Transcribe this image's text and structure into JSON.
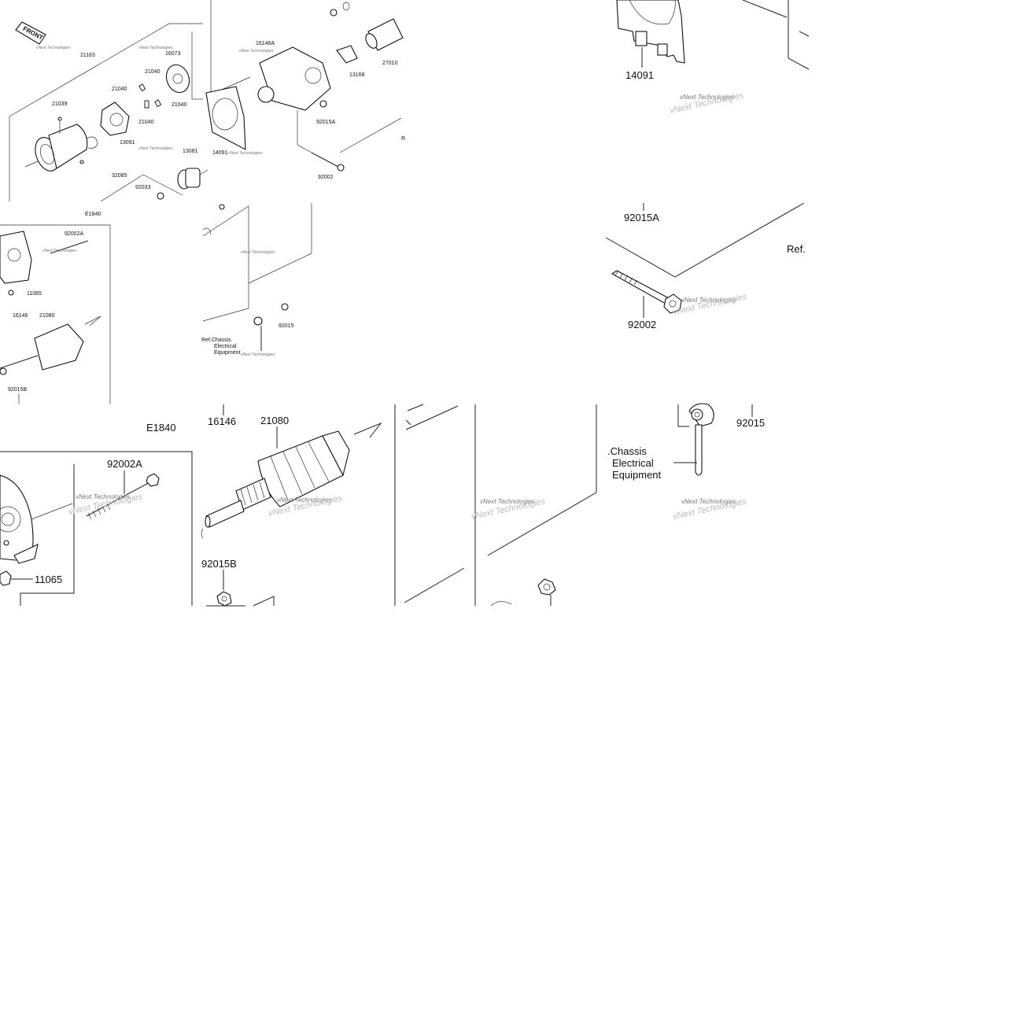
{
  "front_badge": "FRONT",
  "watermark_line1": "vNext Technologies",
  "watermark_line2": "vNext Technologies",
  "overview": {
    "labels": {
      "p21163": "21163",
      "p16073": "16073",
      "p21040a": "21040",
      "p21040b": "21040",
      "p21040c": "21040",
      "p21039": "21039",
      "p13091": "13091",
      "p13081": "13081",
      "p32085": "32085",
      "p92033": "92033",
      "p16146A": "16146A",
      "p27010": "27010",
      "p13168": "13168",
      "p92015A": "92015A",
      "p14091": "14091",
      "p92002": "92002",
      "pR": "R",
      "pE1840": "E1840",
      "p92002A": "92002A",
      "p11065": "11065",
      "p16146": "16146",
      "p21080": "21080",
      "p92015B": "92015B",
      "p92015": "92015",
      "ref1": "Ref.Chassis",
      "ref2": "Electrical",
      "ref3": "Equipment"
    }
  },
  "detail_top_right": {
    "p14091": "14091",
    "p92015A": "92015A",
    "ref": "Ref.",
    "p92002": "92002"
  },
  "detail_bottom_left": {
    "pE1840": "E1840",
    "p92002A": "92002A",
    "p11065": "11065"
  },
  "detail_bottom_mid": {
    "p16146": "16146",
    "p21080": "21080",
    "p92015B": "92015B"
  },
  "detail_bottom_right": {
    "p92015": "92015",
    "ref1": ".Chassis",
    "ref2": "Electrical",
    "ref3": "Equipment"
  }
}
